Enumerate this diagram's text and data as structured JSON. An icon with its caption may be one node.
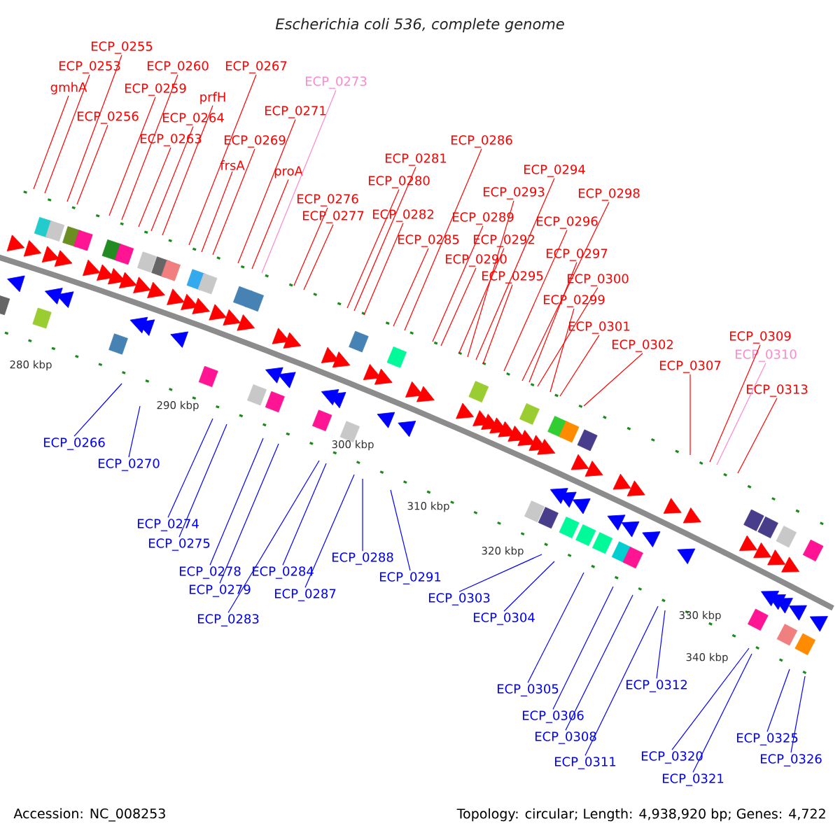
{
  "diagram": {
    "title": "Escherichia coli 536, complete genome",
    "nodes": [
      {
        "text": [
          "ECP_0255"
        ]
      },
      {
        "text": [
          "ECP_0253"
        ]
      },
      {
        "text": [
          "ECP_0260"
        ]
      },
      {
        "text": [
          "ECP_0267"
        ]
      },
      {
        "text": [
          "ECP_0273"
        ]
      },
      {
        "text": [
          "gmhA"
        ]
      },
      {
        "text": [
          "ECP_0259"
        ]
      },
      {
        "text": [
          "prfH"
        ]
      },
      {
        "text": [
          "ECP_0271"
        ]
      },
      {
        "text": [
          "ECP_0256"
        ]
      },
      {
        "text": [
          "ECP_0264"
        ]
      },
      {
        "text": [
          "ECP_0263"
        ]
      },
      {
        "text": [
          "ECP_0269"
        ]
      },
      {
        "text": [
          "ECP_0286"
        ]
      },
      {
        "text": [
          "ECP_0281"
        ]
      },
      {
        "text": [
          "frsA"
        ]
      },
      {
        "text": [
          "ECP_0294"
        ]
      },
      {
        "text": [
          "proA"
        ]
      },
      {
        "text": [
          "ECP_0280"
        ]
      },
      {
        "text": [
          "ECP_0293"
        ]
      },
      {
        "text": [
          "ECP_0298"
        ]
      },
      {
        "text": [
          "ECP_0276"
        ]
      },
      {
        "text": [
          "ECP_0282"
        ]
      },
      {
        "text": [
          "ECP_0277"
        ]
      },
      {
        "text": [
          "ECP_0289"
        ]
      },
      {
        "text": [
          "ECP_0296"
        ]
      },
      {
        "text": [
          "ECP_0285"
        ]
      },
      {
        "text": [
          "ECP_0292"
        ]
      },
      {
        "text": [
          "ECP_0297"
        ]
      },
      {
        "text": [
          "ECP_0290"
        ]
      },
      {
        "text": [
          "ECP_0295"
        ]
      },
      {
        "text": [
          "ECP_0300"
        ]
      },
      {
        "text": [
          "ECP_0299"
        ]
      },
      {
        "text": [
          "ECP_0301"
        ]
      },
      {
        "text": [
          "ECP_0309"
        ]
      },
      {
        "text": [
          "ECP_0302"
        ]
      },
      {
        "text": [
          "ECP_0310"
        ]
      },
      {
        "text": [
          "ECP_0307"
        ]
      },
      {
        "text": [
          "ECP_0313"
        ]
      },
      {
        "text": [
          "ECP_0266"
        ]
      },
      {
        "text": [
          "ECP_0270"
        ]
      },
      {
        "text": [
          "ECP_0274"
        ]
      },
      {
        "text": [
          "ECP_0275"
        ]
      },
      {
        "text": [
          "ECP_0288"
        ]
      },
      {
        "text": [
          "ECP_0278"
        ]
      },
      {
        "text": [
          "ECP_0284"
        ]
      },
      {
        "text": [
          "ECP_0291"
        ]
      },
      {
        "text": [
          "ECP_0279"
        ]
      },
      {
        "text": [
          "ECP_0287"
        ]
      },
      {
        "text": [
          "ECP_0303"
        ]
      },
      {
        "text": [
          "ECP_0304"
        ]
      },
      {
        "text": [
          "ECP_0283"
        ]
      },
      {
        "text": [
          "ECP_0312"
        ]
      },
      {
        "text": [
          "ECP_0305"
        ]
      },
      {
        "text": [
          "ECP_0306"
        ]
      },
      {
        "text": [
          "ECP_0308"
        ]
      },
      {
        "text": [
          "ECP_0325"
        ]
      },
      {
        "text": [
          "ECP_0320"
        ]
      },
      {
        "text": [
          "ECP_0326"
        ]
      },
      {
        "text": [
          "ECP_0311"
        ]
      },
      {
        "text": [
          "ECP_0321"
        ]
      }
    ],
    "edges": [
      {
        "from": 0,
        "to": null,
        "arrow": "none"
      },
      {
        "from": 1,
        "to": null,
        "arrow": "none"
      },
      {
        "from": 2,
        "to": null,
        "arrow": "none"
      },
      {
        "from": 3,
        "to": null,
        "arrow": "none"
      },
      {
        "from": 4,
        "to": null,
        "arrow": "none",
        "color": "#ff88c8"
      },
      {
        "from": 5,
        "to": null,
        "arrow": "none"
      },
      {
        "from": 6,
        "to": null,
        "arrow": "none"
      },
      {
        "from": 7,
        "to": null,
        "arrow": "none"
      },
      {
        "from": 8,
        "to": null,
        "arrow": "none"
      },
      {
        "from": 9,
        "to": null,
        "arrow": "none"
      },
      {
        "from": 10,
        "to": null,
        "arrow": "none"
      },
      {
        "from": 11,
        "to": null,
        "arrow": "none"
      },
      {
        "from": 12,
        "to": null,
        "arrow": "none"
      },
      {
        "from": 13,
        "to": null,
        "arrow": "none"
      },
      {
        "from": 14,
        "to": null,
        "arrow": "none"
      },
      {
        "from": 15,
        "to": null,
        "arrow": "none"
      },
      {
        "from": 16,
        "to": null,
        "arrow": "none"
      },
      {
        "from": 17,
        "to": null,
        "arrow": "none"
      },
      {
        "from": 18,
        "to": null,
        "arrow": "none"
      },
      {
        "from": 19,
        "to": null,
        "arrow": "none"
      },
      {
        "from": 20,
        "to": null,
        "arrow": "none"
      },
      {
        "from": 21,
        "to": null,
        "arrow": "none"
      },
      {
        "from": 22,
        "to": null,
        "arrow": "none"
      },
      {
        "from": 23,
        "to": null,
        "arrow": "none"
      },
      {
        "from": 24,
        "to": null,
        "arrow": "none"
      },
      {
        "from": 25,
        "to": null,
        "arrow": "none"
      },
      {
        "from": 26,
        "to": null,
        "arrow": "none"
      },
      {
        "from": 27,
        "to": null,
        "arrow": "none"
      },
      {
        "from": 28,
        "to": null,
        "arrow": "none"
      },
      {
        "from": 29,
        "to": null,
        "arrow": "none"
      },
      {
        "from": 30,
        "to": null,
        "arrow": "none"
      },
      {
        "from": 31,
        "to": null,
        "arrow": "none"
      },
      {
        "from": 32,
        "to": null,
        "arrow": "none"
      },
      {
        "from": 33,
        "to": null,
        "arrow": "none"
      },
      {
        "from": 34,
        "to": null,
        "arrow": "none"
      },
      {
        "from": 35,
        "to": null,
        "arrow": "none"
      },
      {
        "from": 36,
        "to": null,
        "arrow": "none",
        "color": "#ff88c8"
      },
      {
        "from": 37,
        "to": null,
        "arrow": "none"
      },
      {
        "from": 38,
        "to": null,
        "arrow": "none"
      },
      {
        "from": 39,
        "to": null,
        "arrow": "none",
        "color": "#0000ff"
      },
      {
        "from": 40,
        "to": null,
        "arrow": "none",
        "color": "#0000ff"
      },
      {
        "from": 41,
        "to": null,
        "arrow": "none",
        "color": "#0000ff"
      },
      {
        "from": 42,
        "to": null,
        "arrow": "none",
        "color": "#0000ff"
      },
      {
        "from": 43,
        "to": null,
        "arrow": "none",
        "color": "#0000ff"
      },
      {
        "from": 44,
        "to": null,
        "arrow": "none",
        "color": "#0000ff"
      },
      {
        "from": 45,
        "to": null,
        "arrow": "none",
        "color": "#0000ff"
      },
      {
        "from": 46,
        "to": null,
        "arrow": "none",
        "color": "#0000ff"
      },
      {
        "from": 47,
        "to": null,
        "arrow": "none",
        "color": "#0000ff"
      },
      {
        "from": 48,
        "to": null,
        "arrow": "none",
        "color": "#0000ff"
      },
      {
        "from": 49,
        "to": null,
        "arrow": "none",
        "color": "#0000ff"
      },
      {
        "from": 50,
        "to": null,
        "arrow": "none",
        "color": "#0000ff"
      },
      {
        "from": 51,
        "to": null,
        "arrow": "none",
        "color": "#0000ff"
      },
      {
        "from": 52,
        "to": null,
        "arrow": "none",
        "color": "#0000ff"
      },
      {
        "from": 53,
        "to": null,
        "arrow": "none",
        "color": "#0000ff"
      },
      {
        "from": 54,
        "to": null,
        "arrow": "none",
        "color": "#0000ff"
      },
      {
        "from": 55,
        "to": null,
        "arrow": "none",
        "color": "#0000ff"
      },
      {
        "from": 56,
        "to": null,
        "arrow": "none",
        "color": "#0000ff"
      },
      {
        "from": 57,
        "to": null,
        "arrow": "none",
        "color": "#0000ff"
      },
      {
        "from": 58,
        "to": null,
        "arrow": "none",
        "color": "#0000ff"
      },
      {
        "from": 59,
        "to": null,
        "arrow": "none",
        "color": "#0000ff"
      },
      {
        "from": 60,
        "to": null,
        "arrow": "none",
        "color": "#0000ff"
      }
    ],
    "labels": [
      "280 kbp",
      "290 kbp",
      "300 kbp",
      "310 kbp",
      "320 kbp",
      "330 kbp",
      "340 kbp",
      "Accession: NC_008253",
      "Topology: circular; Length: 4,938,920 bp; Genes: 4,722"
    ]
  }
}
